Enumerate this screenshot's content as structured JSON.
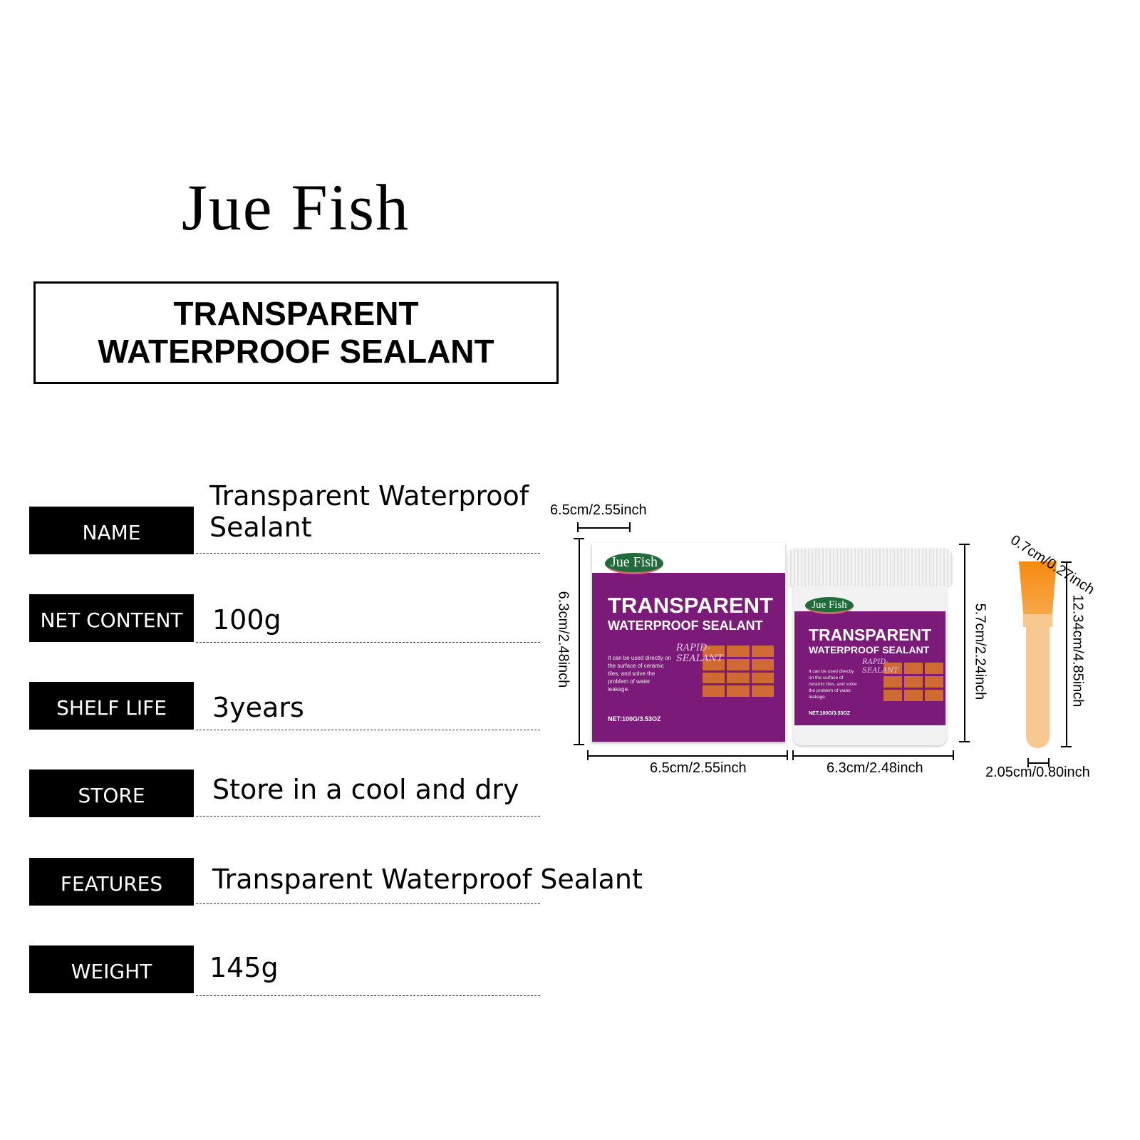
{
  "brand": "Jue Fish",
  "title": {
    "line1": "TRANSPARENT",
    "line2": "WATERPROOF SEALANT"
  },
  "specs": [
    {
      "label": "NAME",
      "value_line1": "Transparent Waterproof",
      "value_line2": "Sealant"
    },
    {
      "label": "NET CONTENT",
      "value": "100g"
    },
    {
      "label": "SHELF LIFE",
      "value": "3years"
    },
    {
      "label": "STORE",
      "value": "Store in a cool and dry"
    },
    {
      "label": "FEATURES",
      "value": "Transparent Waterproof Sealant"
    },
    {
      "label": "WEIGHT",
      "value": "145g"
    }
  ],
  "product": {
    "logo": "Jue Fish",
    "title1": "TRANSPARENT",
    "title2": "WATERPROOF SEALANT",
    "badge1": "RAPID-",
    "badge2": "SEALANT",
    "description": "It can be used directly on the surface of ceramic tiles, and solve the problem of water leakage.",
    "net": "NET:100G/3.53OZ",
    "purple": "#7b1a78"
  },
  "dimensions": {
    "box_depth": "6.5cm/2.55inch",
    "box_height": "6.3cm/2.48inch",
    "box_width": "6.5cm/2.55inch",
    "jar_width": "6.3cm/2.48inch",
    "jar_height": "5.7cm/2.24inch",
    "brush_thickness": "0.7cm/0.27inch",
    "brush_length": "12.34cm/4.85inch",
    "brush_width": "2.05cm/0.80inch"
  }
}
